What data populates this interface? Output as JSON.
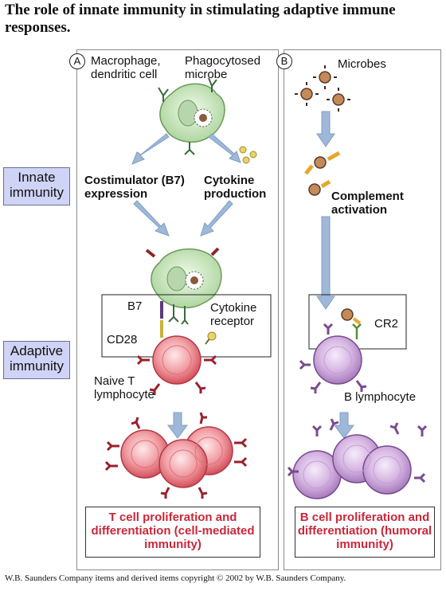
{
  "title": "The role of innate immunity in stimulating adaptive immune responses.",
  "side_labels": {
    "innate": "Innate immunity",
    "adaptive": "Adaptive immunity"
  },
  "panel_a": {
    "marker": "A",
    "macrophage": "Macrophage, dendritic cell",
    "phagocytosed": "Phagocytosed microbe",
    "costimulator": "Costimulator (B7) expression",
    "cytokine_production": "Cytokine production",
    "b7": "B7",
    "cd28": "CD28",
    "cytokine_receptor": "Cytokine receptor",
    "naive_t": "Naive T lymphocyte",
    "outcome": "T cell proliferation and differentiation (cell-mediated immunity)"
  },
  "panel_b": {
    "marker": "B",
    "microbes": "Microbes",
    "complement": "Complement activation",
    "cr2": "CR2",
    "b_lymphocyte": "B lymphocyte",
    "outcome": "B cell proliferation and differentiation (humoral immunity)"
  },
  "copyright": "W.B. Saunders Company items and derived items copyright © 2002 by W.B. Saunders Company.",
  "colors": {
    "innate_box": "#cfd3f5",
    "outcome_text": "#c8283a",
    "t_cell": "#e87a82",
    "b_cell": "#c9a0d6",
    "macrophage": "#c8e6b8",
    "arrow": "#9fb8d8",
    "receptor_t": "#9a1f2a",
    "receptor_b": "#7a4a8f"
  }
}
